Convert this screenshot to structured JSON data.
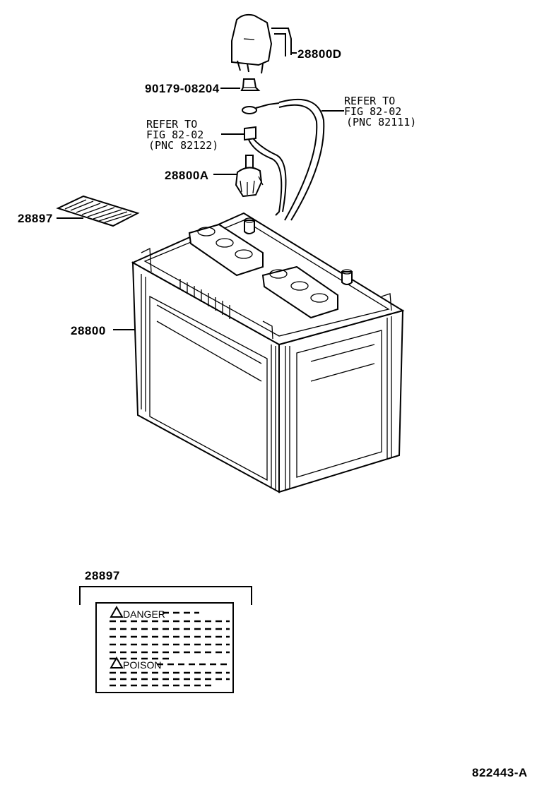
{
  "parts": {
    "holder_cover": "28800D",
    "nut": "90179-08204",
    "refer_right": {
      "line1": "REFER TO",
      "line2": "FIG 82-02",
      "line3": "(PNC 82111)"
    },
    "refer_left": {
      "line1": "REFER TO",
      "line2": "FIG 82-02",
      "line3": "(PNC 82122)"
    },
    "terminal": "28800A",
    "label_small": "28897",
    "battery": "28800",
    "label_detail": "28897"
  },
  "label_sheet": {
    "danger": "DANGER",
    "poison": "POISON"
  },
  "figure_id": "822443-A"
}
